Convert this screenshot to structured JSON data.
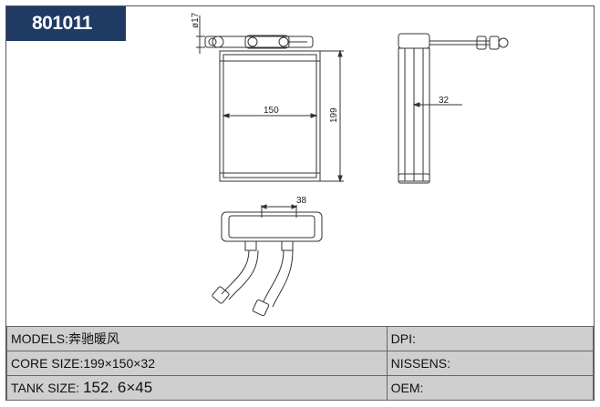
{
  "part_number": "801011",
  "drawing": {
    "dim_tube_diameter": "ø17",
    "dim_core_width": "150",
    "dim_core_height": "199",
    "dim_core_depth": "32",
    "dim_pipe_spacing": "38"
  },
  "specs": {
    "models_label": "MODELS:",
    "models_value": "奔驰暖风",
    "core_size_label": "CORE SIZE:",
    "core_size_value": "199×150×32",
    "tank_size_label": "TANK SIZE: ",
    "tank_size_value": "152. 6×45",
    "dpi_label": "DPI:",
    "dpi_value": "",
    "nissens_label": "NISSENS:",
    "nissens_value": "",
    "oem_label": "OEM:",
    "oem_value": ""
  }
}
